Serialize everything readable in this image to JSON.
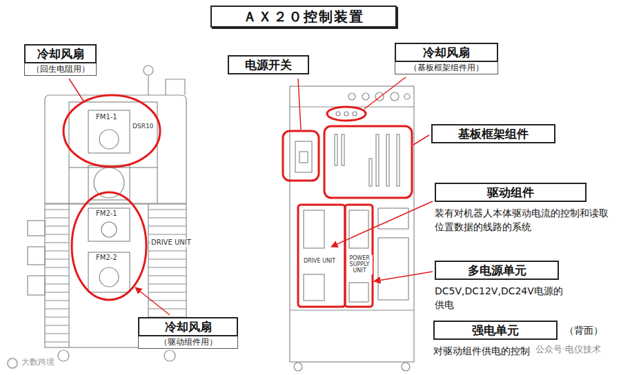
{
  "diagram": {
    "title": "ＡＸ２０控制装置",
    "nodes": [
      {
        "text": [
          "冷却风扇",
          "（回生电阻用）"
        ]
      },
      {
        "text": [
          "电源开关"
        ]
      },
      {
        "text": [
          "冷却风扇",
          "（基板框架组件用）"
        ]
      },
      {
        "text": [
          "基板框架组件"
        ]
      },
      {
        "text": [
          "驱动组件",
          "装有对机器人本体驱动电流的控制和读取位置数据的线路的系统"
        ]
      },
      {
        "text": [
          "多电源单元",
          "DC5V,DC12V,DC24V电源的供电"
        ]
      },
      {
        "text": [
          "强电单元",
          "（背面）",
          "对驱动组件供电的控制"
        ]
      },
      {
        "text": [
          "冷却风扇",
          "（驱动组件用）"
        ]
      }
    ],
    "labels": [
      "FM1-1",
      "DSR10",
      "FM2-1",
      "FM2-2",
      "DRIVE UNIT",
      "DRIVE UNIT",
      "POWER SUPPLY UNIT",
      "大数跨境",
      "公众号·电仪技术"
    ]
  }
}
